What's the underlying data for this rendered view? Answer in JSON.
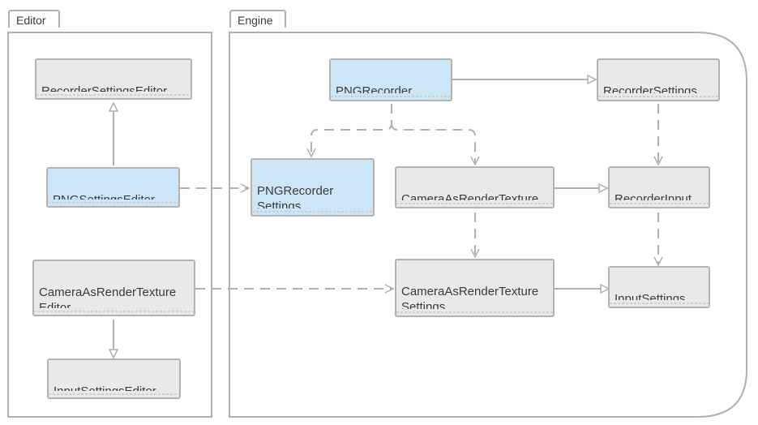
{
  "packages": {
    "editor": {
      "label": "Editor"
    },
    "engine": {
      "label": "Engine"
    }
  },
  "classes": {
    "recorder_settings_editor": "RecorderSettingsEditor",
    "png_settings_editor": "PNGSettingsEditor",
    "camera_as_render_texture_editor": "CameraAsRenderTexture\nEditor",
    "input_settings_editor": "InputSettingsEditor",
    "png_recorder": "PNGRecorder",
    "recorder_settings": "RecorderSettings",
    "png_recorder_settings": "PNGRecorder\nSettings",
    "camera_as_render_texture": "CameraAsRenderTexture",
    "recorder_input": "RecorderInput",
    "camera_as_render_texture_settings": "CameraAsRenderTexture\nSettings",
    "input_settings": "InputSettings"
  },
  "colors": {
    "highlight": "#cce6f8",
    "default": "#e9e9e9",
    "border": "#b3b3b3"
  }
}
